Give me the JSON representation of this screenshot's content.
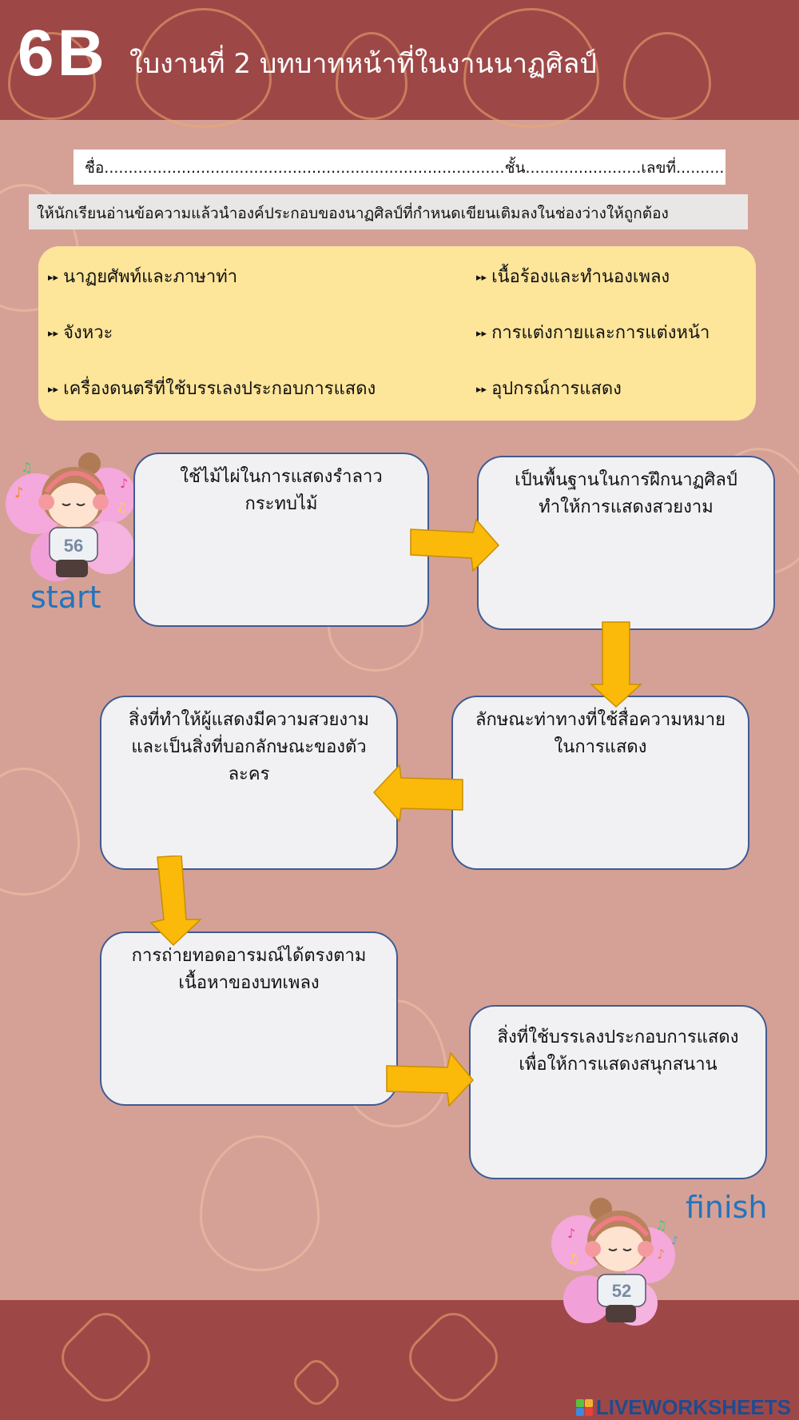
{
  "header": {
    "grade": "6B",
    "title": "ใบงานที่ 2 บทบาทหน้าที่ในงานนาฏศิลป์"
  },
  "student_info": {
    "text": "ชื่อ...................................................................................ชั้น........................เลขที่........................."
  },
  "instruction": "ให้นักเรียนอ่านข้อความแล้วนำองค์ประกอบของนาฏศิลป์ที่กำหนดเขียนเติมลงในช่องว่างให้ถูกต้อง",
  "choices": {
    "bullet": "▸▸",
    "items": [
      "นาฏยศัพท์และภาษาท่า",
      "จังหวะ",
      "เครื่องดนตรีที่ใช้บรรเลงประกอบการแสดง",
      "เนื้อร้องและทำนองเพลง",
      "การแต่งกายและการแต่งหน้า",
      "อุปกรณ์การแสดง"
    ]
  },
  "flow": {
    "start_label": "start",
    "finish_label": "finish",
    "boxes": [
      {
        "prompt": "ใช้ไม้ไผ่ในการแสดงรำลาวกระทบไม้",
        "answer": ""
      },
      {
        "prompt": "เป็นพื้นฐานในการฝึกนาฏศิลป์ ทำให้การแสดงสวยงาม",
        "answer": ""
      },
      {
        "prompt": "ลักษณะท่าทางที่ใช้สื่อความหมายในการแสดง",
        "answer": ""
      },
      {
        "prompt": "สิ่งที่ทำให้ผู้แสดงมีความสวยงามและเป็นสิ่งที่บอกลักษณะของตัวละคร",
        "answer": ""
      },
      {
        "prompt": "การถ่ายทอดอารมณ์ได้ตรงตามเนื้อหาของบทเพลง",
        "answer": ""
      },
      {
        "prompt": "สิ่งที่ใช้บรรเลงประกอบการแสดงเพื่อให้การแสดงสนุกสนาน",
        "answer": ""
      }
    ],
    "box_lines": [
      [
        "ใช้ไม้ไผ่ในการแสดงรำลาว",
        "กระทบไม้"
      ],
      [
        "เป็นพื้นฐานในการฝึกนาฏศิลป์",
        "ทำให้การแสดงสวยงาม"
      ],
      [
        "ลักษณะท่าทางที่ใช้สื่อความหมาย",
        "ในการแสดง"
      ],
      [
        "สิ่งที่ทำให้ผู้แสดงมีความสวยงาม",
        "และเป็นสิ่งที่บอกลักษณะของตัว",
        "ละคร"
      ],
      [
        "การถ่ายทอดอารมณ์ได้ตรงตาม",
        "เนื้อหาของบทเพลง"
      ],
      [
        "สิ่งที่ใช้บรรเลงประกอบการแสดง",
        "เพื่อให้การแสดงสนุกสนาน"
      ]
    ],
    "character_jersey_start": "56",
    "character_jersey_finish": "52"
  },
  "brand": {
    "logo_letters": [
      "L",
      "I",
      "V",
      "E"
    ],
    "name": "LIVEWORKSHEETS"
  },
  "colors": {
    "band": "#9e4747",
    "background": "#d5a196",
    "choices_bg": "#fde59a",
    "box_bg": "#f1f1f3",
    "box_border": "#3f5b93",
    "arrow": "#fbb90a",
    "label_blue": "#2374bd",
    "brand_blue": "#1f4b8e"
  }
}
